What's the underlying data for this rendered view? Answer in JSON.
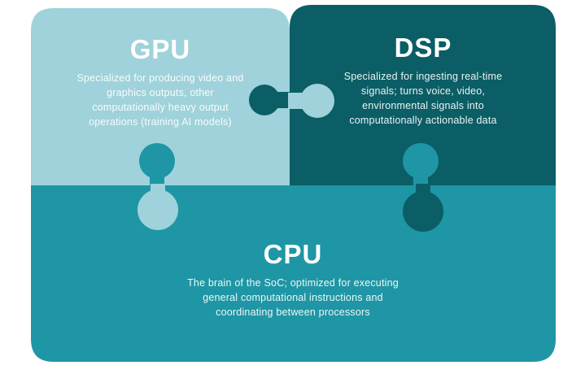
{
  "diagram": {
    "background": "#ffffff",
    "text_color": "#ffffff",
    "pieces": [
      {
        "id": "gpu",
        "label": "GPU",
        "color": "#9fd2da",
        "lines": [
          "Specialized for producing video and",
          "graphics outputs, other",
          "computationally heavy output",
          "operations (training AI models)"
        ]
      },
      {
        "id": "dsp",
        "label": "DSP",
        "color": "#0b5e66",
        "lines": [
          "Specialized for ingesting real-time",
          "signals; turns voice, video,",
          "environmental signals into",
          "computationally actionable data"
        ]
      },
      {
        "id": "cpu",
        "label": "CPU",
        "color": "#1e96a5",
        "lines": [
          "The brain of the SoC; optimized for executing",
          "general computational instructions and",
          "coordinating between processors"
        ]
      }
    ]
  }
}
